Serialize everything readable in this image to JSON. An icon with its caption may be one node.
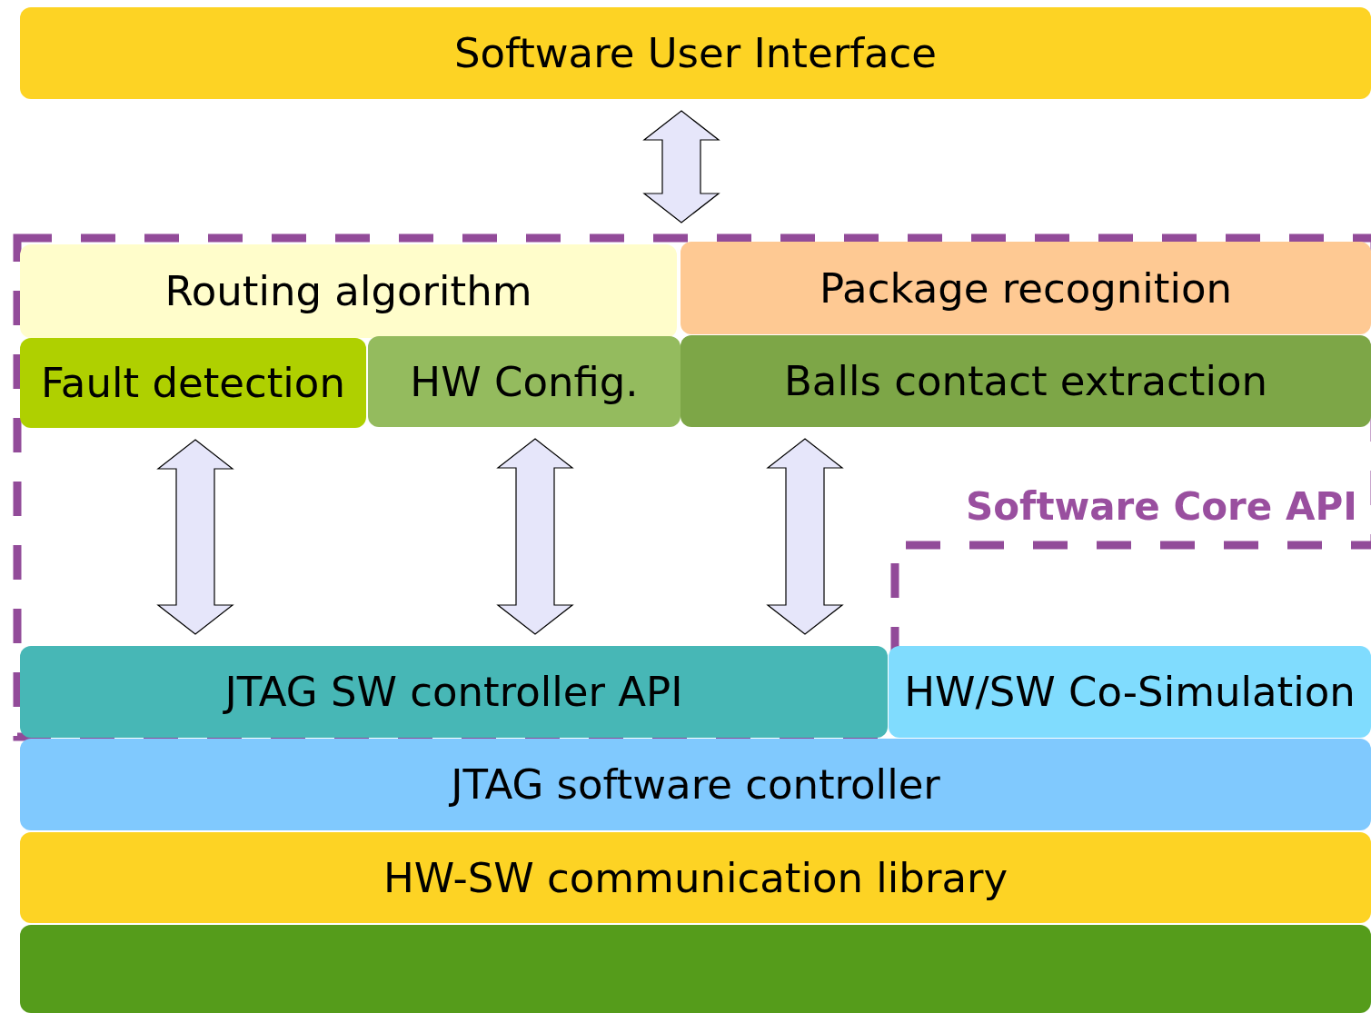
{
  "diagram": {
    "nodes": [
      {
        "text": [
          "Software User Interface"
        ]
      },
      {
        "text": [
          "Software Core API"
        ]
      },
      {
        "text": [
          "Routing algorithm"
        ],
        "in": 1
      },
      {
        "text": [
          "Package recognition"
        ],
        "in": 1
      },
      {
        "text": [
          "Fault detection"
        ],
        "in": 1
      },
      {
        "text": [
          "HW Config."
        ],
        "in": 1
      },
      {
        "text": [
          "Balls contact extraction"
        ],
        "in": 1
      },
      {
        "text": [
          "JTAG SW controller API"
        ],
        "in": 1
      },
      {
        "text": [
          "HW/SW Co-Simulation"
        ]
      },
      {
        "text": [
          "JTAG software controller"
        ]
      },
      {
        "text": [
          "HW-SW communication library"
        ]
      },
      {
        "text": [],
        "shape": "bar"
      }
    ],
    "edges": [
      {
        "from": 0,
        "to": 1,
        "arrow": "both"
      },
      {
        "from": 4,
        "to": 7,
        "arrow": "both"
      },
      {
        "from": 5,
        "to": 7,
        "arrow": "both"
      },
      {
        "from": 6,
        "to": 7,
        "arrow": "both"
      }
    ]
  }
}
